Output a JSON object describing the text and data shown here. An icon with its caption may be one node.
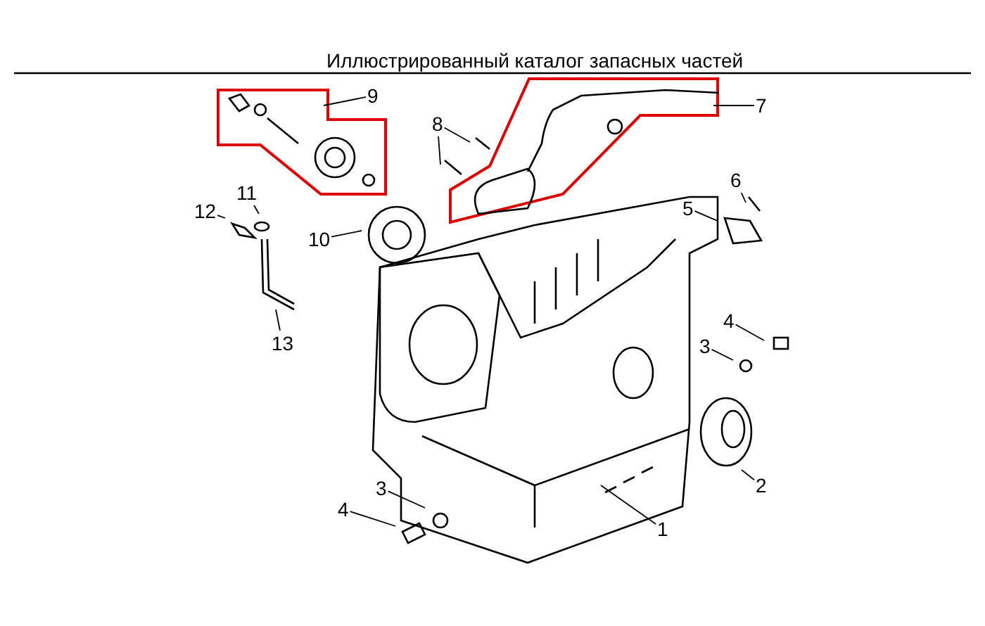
{
  "diagram": {
    "title": "Иллюстрированный каталог запасных частей",
    "nodes": [
      {
        "text": [
          "9"
        ]
      },
      {
        "text": [
          "7"
        ]
      },
      {
        "text": [
          "8"
        ]
      },
      {
        "text": [
          "11"
        ]
      },
      {
        "text": [
          "12"
        ]
      },
      {
        "text": [
          "6"
        ]
      },
      {
        "text": [
          "5"
        ]
      },
      {
        "text": [
          "10"
        ]
      },
      {
        "text": [
          "13"
        ]
      },
      {
        "text": [
          "4"
        ]
      },
      {
        "text": [
          "3"
        ]
      },
      {
        "text": [
          "2"
        ]
      },
      {
        "text": [
          "3"
        ]
      },
      {
        "text": [
          "4"
        ]
      },
      {
        "text": [
          "1"
        ]
      }
    ],
    "edges": [
      {
        "from": 0,
        "to": null,
        "arrow": "none"
      },
      {
        "from": 1,
        "to": null,
        "arrow": "none"
      },
      {
        "from": 2,
        "to": null,
        "arrow": "none"
      },
      {
        "from": 2,
        "to": null,
        "arrow": "none"
      },
      {
        "from": 3,
        "to": null,
        "arrow": "none"
      },
      {
        "from": 4,
        "to": null,
        "arrow": "none"
      },
      {
        "from": 5,
        "to": null,
        "arrow": "none"
      },
      {
        "from": 6,
        "to": null,
        "arrow": "none"
      },
      {
        "from": 7,
        "to": null,
        "arrow": "none"
      },
      {
        "from": 8,
        "to": null,
        "arrow": "none"
      },
      {
        "from": 9,
        "to": null,
        "arrow": "none"
      },
      {
        "from": 10,
        "to": null,
        "arrow": "none"
      },
      {
        "from": 11,
        "to": null,
        "arrow": "none"
      },
      {
        "from": 12,
        "to": null,
        "arrow": "none"
      },
      {
        "from": 13,
        "to": null,
        "arrow": "none"
      },
      {
        "from": 14,
        "to": null,
        "arrow": "none"
      }
    ]
  }
}
